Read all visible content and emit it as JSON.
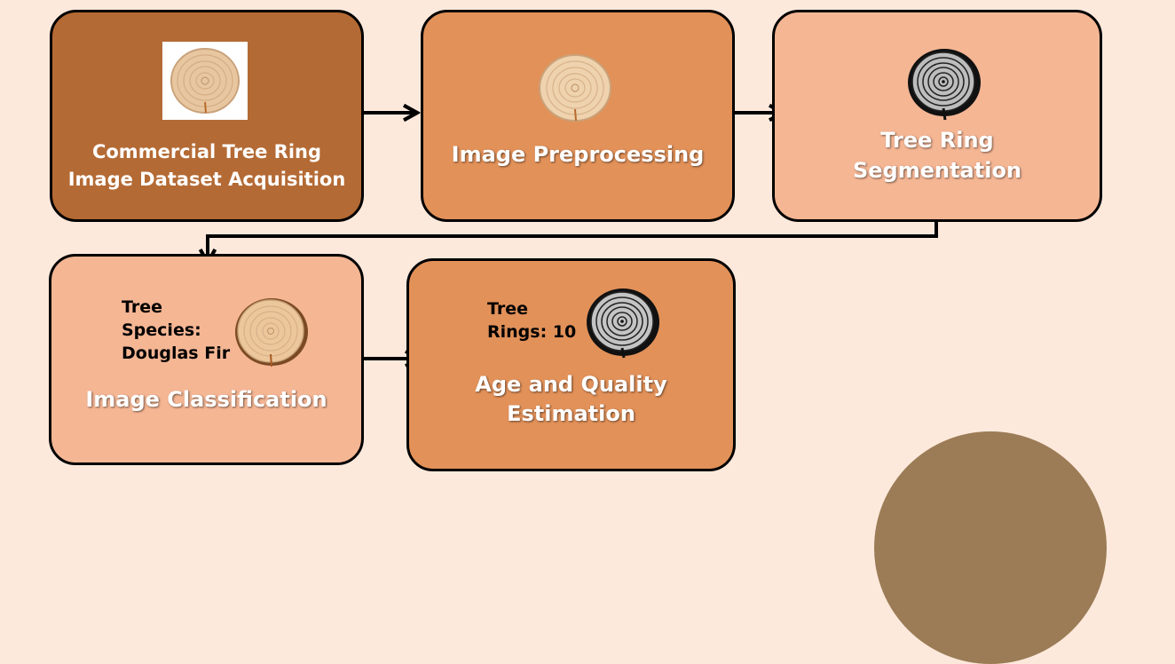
{
  "steps": [
    {
      "title_line1": "Commercial Tree Ring",
      "title_line2": "Image Dataset Acquisition"
    },
    {
      "title_line1": "Image Preprocessing"
    },
    {
      "title_line1": "Tree Ring",
      "title_line2": "Segmentation"
    },
    {
      "title_line1": "Image Classification",
      "note_line1": "Tree",
      "note_line2": "Species:",
      "note_line3": "Douglas Fir"
    },
    {
      "title_line1": "Age and Quality",
      "title_line2": "Estimation",
      "note_line1": "Tree",
      "note_line2": "Rings: 10"
    }
  ],
  "icons": {
    "wood": "tree-ring-cross-section-icon",
    "segmented": "segmented-tree-ring-icon"
  },
  "colors": {
    "background": "#fde9dc",
    "step_dark": "#b46a34",
    "step_medium": "#e29159",
    "step_light": "#f5b694",
    "accent_circle": "#9b7c56"
  }
}
